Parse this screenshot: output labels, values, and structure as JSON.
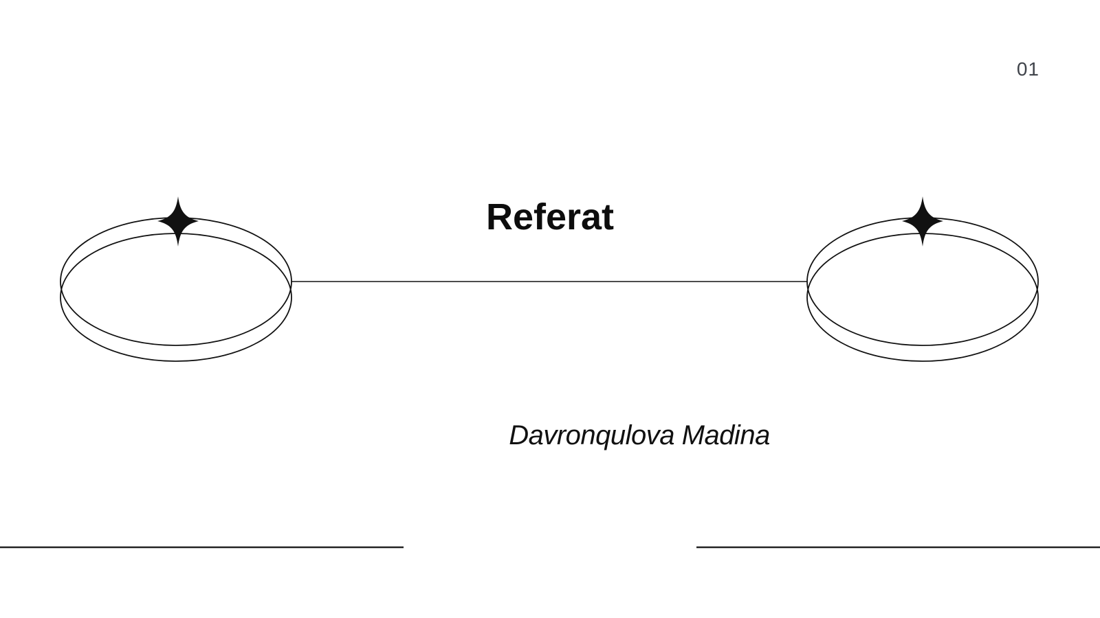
{
  "page": {
    "number": "01",
    "title": "Referat",
    "subtitle": "Davronqulova Madina"
  },
  "decor": {
    "left_ornament": "double-ellipse-ring-with-sparkle",
    "right_ornament": "double-ellipse-ring-with-sparkle",
    "sparkle_icon": "four-point-sparkle",
    "ink_color": "#111111",
    "divider_color": "#222222",
    "page_number_color": "#3f434a",
    "background_color": "#ffffff"
  }
}
